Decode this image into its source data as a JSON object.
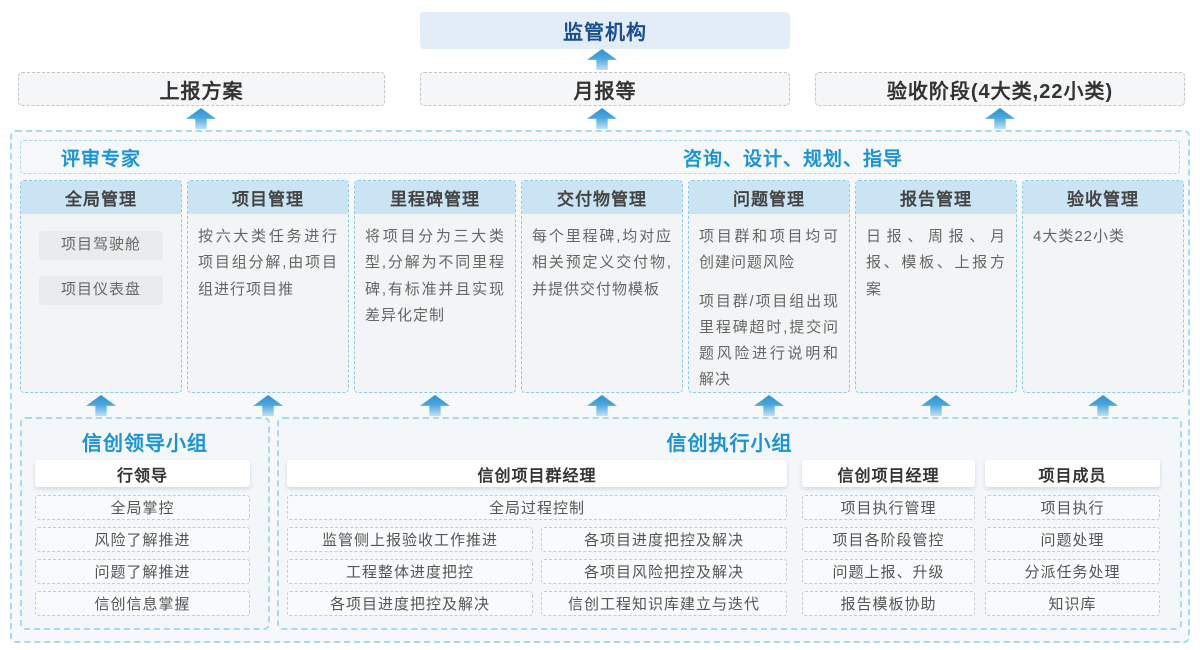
{
  "top": {
    "regulator_label": "监管机构",
    "submissions": [
      "上报方案",
      "月报等",
      "验收阶段(4大类,22小类)"
    ]
  },
  "platform": {
    "left_label": "评审专家",
    "right_label": "咨询、设计、规划、指导",
    "columns": [
      {
        "title": "全局管理",
        "items": [
          "项目驾驶舱",
          "项目仪表盘"
        ]
      },
      {
        "title": "项目管理",
        "paragraphs": [
          "按六大类任务进行项目组分解,由项目组进行项目推"
        ]
      },
      {
        "title": "里程碑管理",
        "paragraphs": [
          "将项目分为三大类型,分解为不同里程碑,有标准并且实现差异化定制"
        ]
      },
      {
        "title": "交付物管理",
        "paragraphs": [
          "每个里程碑,均对应相关预定义交付物,并提供交付物模板"
        ]
      },
      {
        "title": "问题管理",
        "paragraphs": [
          "项目群和项目均可创建问题风险",
          "项目群/项目组出现里程碑超时,提交问题风险进行说明和解决"
        ]
      },
      {
        "title": "报告管理",
        "paragraphs": [
          "日报、周报、月报、模板、上报方案"
        ]
      },
      {
        "title": "验收管理",
        "paragraphs": [
          "4大类22小类"
        ]
      }
    ]
  },
  "groups": {
    "leader": {
      "title": "信创领导小组",
      "role": "行领导",
      "items": [
        "全局掌控",
        "风险了解推进",
        "问题了解推进",
        "信创信息掌握"
      ]
    },
    "executor": {
      "title": "信创执行小组",
      "program_manager": {
        "role": "信创项目群经理",
        "full_item": "全局过程控制",
        "left_items": [
          "监管侧上报验收工作推进",
          "工程整体进度把控",
          "各项目进度把控及解决"
        ],
        "right_items": [
          "各项目进度把控及解决",
          "各项目风险把控及解决",
          "信创工程知识库建立与迭代"
        ]
      },
      "project_manager": {
        "role": "信创项目经理",
        "items": [
          "项目执行管理",
          "项目各阶段管控",
          "问题上报、升级",
          "报告模板协助"
        ]
      },
      "member": {
        "role": "项目成员",
        "items": [
          "项目执行",
          "问题处理",
          "分派任务处理",
          "知识库"
        ]
      }
    }
  },
  "colors": {
    "accent_blue": "#1b93d4",
    "navy_title": "#1b4f8f",
    "arrow_blue": "#2e92d3",
    "column_header_band": "#cbe4f3",
    "container_border": "#a9d8f0",
    "container_fill": "#f6f8fa"
  }
}
